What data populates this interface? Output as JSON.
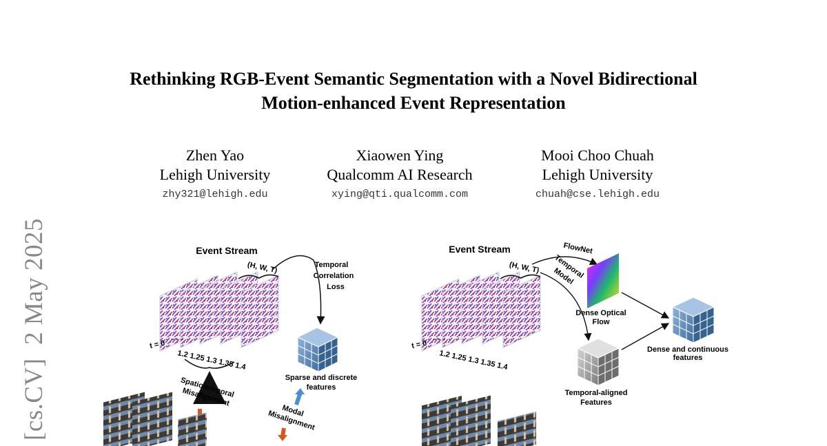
{
  "title_line1": "Rethinking RGB-Event Semantic Segmentation with a Novel Bidirectional",
  "title_line2": "Motion-enhanced Event Representation",
  "authors": [
    {
      "name": "Zhen Yao",
      "affiliation": "Lehigh University",
      "email": "zhy321@lehigh.edu"
    },
    {
      "name": "Xiaowen Ying",
      "affiliation": "Qualcomm AI Research",
      "email": "xying@qti.qualcomm.com"
    },
    {
      "name": "Mooi Choo Chuah",
      "affiliation": "Lehigh University",
      "email": "chuah@cse.lehigh.edu"
    }
  ],
  "arxiv_side": {
    "category": "[cs.CV]",
    "date": "2 May 2025"
  },
  "figure": {
    "left": {
      "event_stream": "Event Stream",
      "hwt": "(H, W, T)",
      "temporal_loss": [
        "Temporal",
        "Correlation",
        "Loss"
      ],
      "t0": "t = 0",
      "dots": "· · ·",
      "times": "1.2 1.25 1.3 1.35 1.4",
      "spatio": [
        "Spatiotemporal",
        "Misalignment"
      ],
      "modal": [
        "Modal",
        "Misalignment"
      ],
      "sparse": [
        "Sparse and discrete",
        "features"
      ]
    },
    "right": {
      "event_stream": "Event Stream",
      "hwt": "(H, W, T)",
      "flownet": "FlowNet",
      "temporal_model": [
        "Temporal",
        "Model"
      ],
      "dense_flow": [
        "Dense Optical",
        "Flow"
      ],
      "dense_features": [
        "Dense and continuous",
        "features"
      ],
      "temporal_aligned": [
        "Temporal-aligned",
        "Features"
      ],
      "t0": "t = 0",
      "dots": "· · ·",
      "times": "1.2 1.25 1.3 1.35 1.4"
    }
  }
}
